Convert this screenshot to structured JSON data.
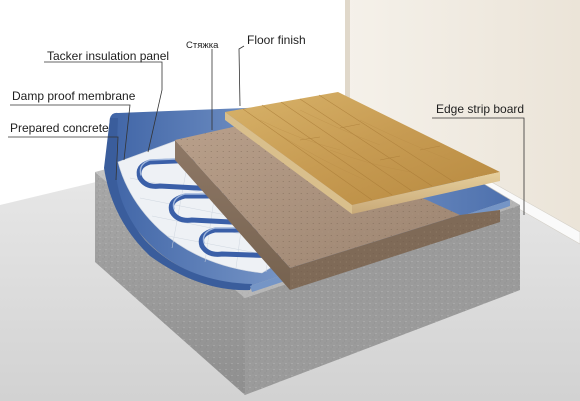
{
  "labels": {
    "screed": "Стяжка",
    "floor_finish": "Floor finish",
    "tacker_panel": "Tacker insulation panel",
    "damp_membrane": "Damp proof membrane",
    "prepared_concrete": "Prepared concrete",
    "edge_strip": "Edge strip board"
  },
  "colors": {
    "background_floor": "#dcdcdc",
    "wall": "#f2ede4",
    "concrete": "#b8b8b8",
    "membrane": "#5a7fb8",
    "insulation_panel": "#eef1f5",
    "heating_pipe": "#3a5fa8",
    "screed": "#a08a77",
    "wood_finish": "#c9a15a"
  }
}
